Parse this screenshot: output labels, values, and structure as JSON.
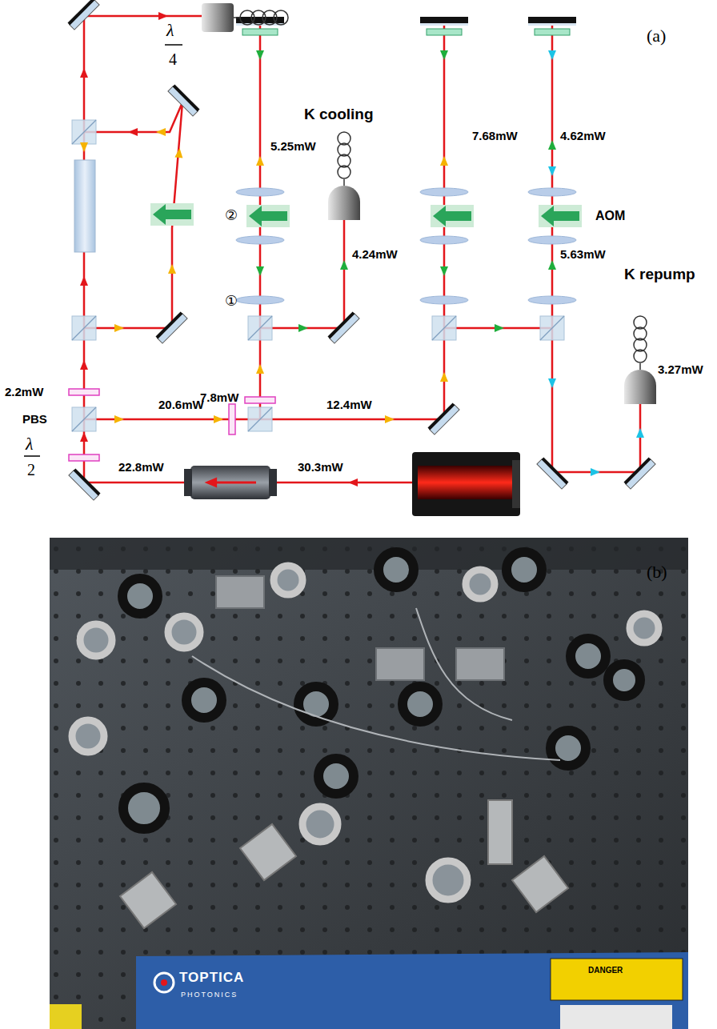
{
  "diagram": {
    "labels": [
      "(a)",
      "λ",
      "4",
      "5.25mW",
      "K cooling",
      "②",
      "7.68mW",
      "4.62mW",
      "AOM",
      "K repump",
      "①",
      "4.24mW",
      "5.63mW",
      "2.2mW",
      "7.8mW",
      "20.6mW",
      "12.4mW",
      "3.27mW",
      "PBS",
      "λ",
      "2",
      "22.8mW",
      "30.3mW",
      "(b)",
      "TOPTICA",
      "PHOTONICS",
      "DANGER"
    ]
  }
}
